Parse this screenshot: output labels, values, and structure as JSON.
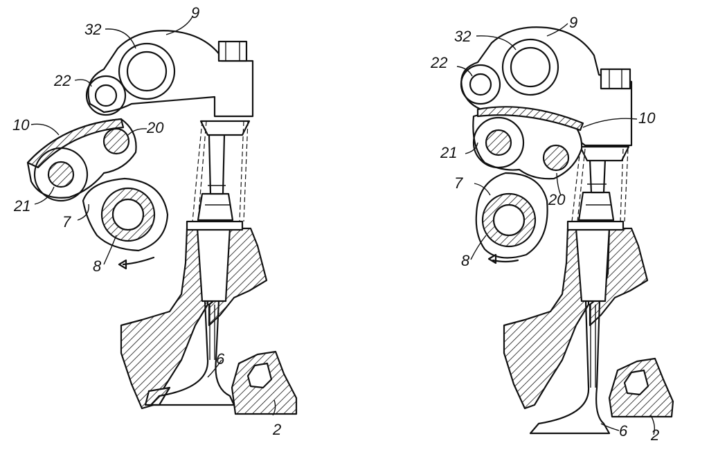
{
  "figure": {
    "left_view": {
      "labels": {
        "l32": "32",
        "l9": "9",
        "l22": "22",
        "l10": "10",
        "l20": "20",
        "l21": "21",
        "l7": "7",
        "l8": "8",
        "l6": "6",
        "l2": "2"
      }
    },
    "right_view": {
      "labels": {
        "l32": "32",
        "l9": "9",
        "l22": "22",
        "l10": "10",
        "l21": "21",
        "l20": "20",
        "l7": "7",
        "l8": "8",
        "l6": "6",
        "l2": "2"
      }
    }
  }
}
